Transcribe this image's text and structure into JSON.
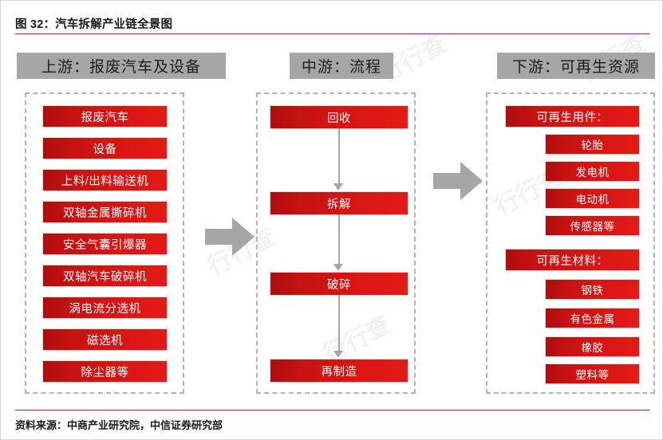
{
  "figure": {
    "title": "图 32：汽车拆解产业链全景图",
    "source": "资料来源：中商产业研究院，中信证券研究部"
  },
  "colors": {
    "box_red": "#c81414",
    "header_gray": "#a6a6a6",
    "rule_red": "#a33042",
    "arrow_gray": "#a6a6a6",
    "dashed_border": "#b4b4b4"
  },
  "watermark": "行行查",
  "sections": {
    "upstream": {
      "header": "上游：报废汽车及设备",
      "items": [
        {
          "label": "报废汽车"
        },
        {
          "label": "设备"
        },
        {
          "label": "上料/出料输送机"
        },
        {
          "label": "双轴金属撕碎机"
        },
        {
          "label": "安全气囊引爆器"
        },
        {
          "label": "双轴汽车破碎机"
        },
        {
          "label": "涡电流分选机"
        },
        {
          "label": "磁选机"
        },
        {
          "label": "除尘器等"
        }
      ]
    },
    "midstream": {
      "header": "中游：流程",
      "items": [
        {
          "label": "回收"
        },
        {
          "label": "拆解"
        },
        {
          "label": "破碎"
        },
        {
          "label": "再制造"
        }
      ]
    },
    "downstream": {
      "header": "下游：可再生资源",
      "groups": [
        {
          "header": "可再生用件：",
          "items": [
            {
              "label": "轮胎"
            },
            {
              "label": "发电机"
            },
            {
              "label": "电动机"
            },
            {
              "label": "传感器等"
            }
          ]
        },
        {
          "header": "可再生材料：",
          "items": [
            {
              "label": "钢铁"
            },
            {
              "label": "有色金属"
            },
            {
              "label": "橡胶"
            },
            {
              "label": "塑料等"
            }
          ]
        }
      ]
    }
  },
  "arrows": {
    "upstream_to_midstream": "right-block-arrow",
    "midstream_to_downstream": "right-block-arrow",
    "flow_down": "down-arrow"
  }
}
